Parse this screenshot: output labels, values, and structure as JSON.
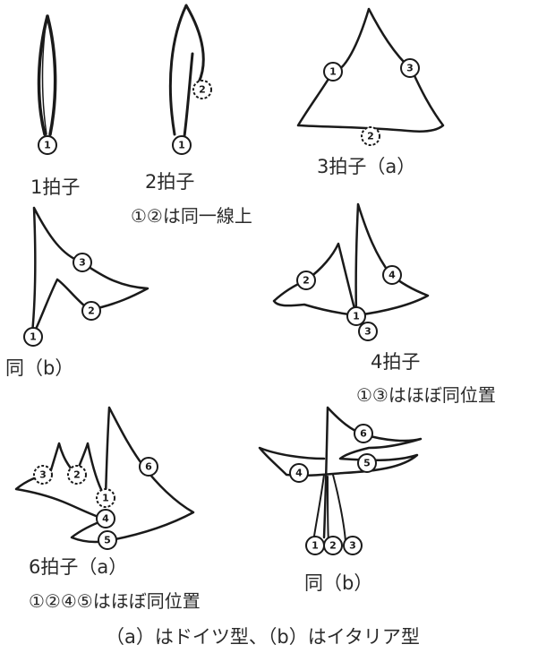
{
  "captions": {
    "one_beat": "1拍子",
    "two_beat": "2拍子",
    "two_beat_note": "①②は同一線上",
    "three_beat_a": "3拍子（a）",
    "three_beat_b": "同（b）",
    "four_beat": "4拍子",
    "four_beat_note": "①③はほぼ同位置",
    "six_beat_a": "6拍子（a）",
    "six_beat_a_note": "①②④⑤はほぼ同位置",
    "six_beat_b": "同（b）",
    "footer": "（a）はドイツ型、（b）はイタリア型"
  },
  "markers": {
    "m1": "1",
    "m2": "2",
    "m3": "3",
    "m4": "4",
    "m5": "5",
    "m6": "6"
  }
}
